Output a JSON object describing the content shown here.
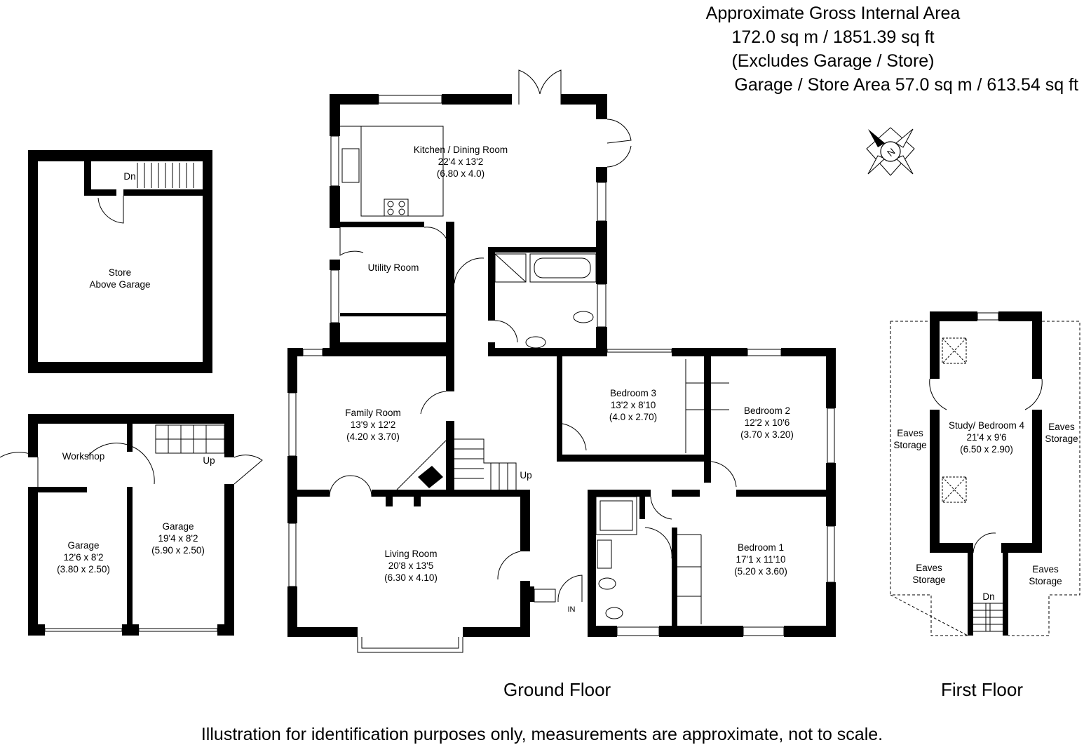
{
  "header": {
    "line1": "Approximate Gross Internal Area",
    "line2": "172.0 sq m / 1851.39 sq ft",
    "line3": "(Excludes Garage / Store)",
    "line4": "Garage / Store Area 57.0 sq m / 613.54 sq ft"
  },
  "compass": {
    "letter": "N"
  },
  "rooms": {
    "store": {
      "name1": "Store",
      "name2": "Above Garage",
      "stairs": "Dn"
    },
    "workshop": {
      "name": "Workshop",
      "stairs": "Up"
    },
    "garage_left": {
      "name": "Garage",
      "dim_imperial": "12'6 x 8'2",
      "dim_metric": "(3.80 x 2.50)"
    },
    "garage_right": {
      "name": "Garage",
      "dim_imperial": "19'4 x 8'2",
      "dim_metric": "(5.90 x 2.50)"
    },
    "kitchen": {
      "name": "Kitchen / Dining Room",
      "dim_imperial": "22'4 x 13'2",
      "dim_metric": "(6.80 x 4.0)"
    },
    "utility": {
      "name": "Utility Room"
    },
    "family": {
      "name": "Family Room",
      "dim_imperial": "13'9 x 12'2",
      "dim_metric": "(4.20 x 3.70)"
    },
    "living": {
      "name": "Living Room",
      "dim_imperial": "20'8 x 13'5",
      "dim_metric": "(6.30 x 4.10)"
    },
    "bedroom3": {
      "name": "Bedroom 3",
      "dim_imperial": "13'2 x 8'10",
      "dim_metric": "(4.0 x 2.70)"
    },
    "bedroom2": {
      "name": "Bedroom 2",
      "dim_imperial": "12'2 x 10'6",
      "dim_metric": "(3.70 x 3.20)"
    },
    "bedroom1": {
      "name": "Bedroom 1",
      "dim_imperial": "17'1 x 11'10",
      "dim_metric": "(5.20 x 3.60)"
    },
    "study": {
      "name": "Study/ Bedroom 4",
      "dim_imperial": "21'4 x 9'6",
      "dim_metric": "(6.50 x 2.90)"
    },
    "stairs_up_ground": "Up",
    "entrance": "IN",
    "stairs_down_first": "Dn",
    "eaves_tl": {
      "l1": "Eaves",
      "l2": "Storage"
    },
    "eaves_tr": {
      "l1": "Eaves",
      "l2": "Storage"
    },
    "eaves_bl": {
      "l1": "Eaves",
      "l2": "Storage"
    },
    "eaves_br": {
      "l1": "Eaves",
      "l2": "Storage"
    }
  },
  "floors": {
    "ground": "Ground Floor",
    "first": "First Floor"
  },
  "disclaimer": "Illustration for identification purposes only, measurements are approximate, not to scale."
}
